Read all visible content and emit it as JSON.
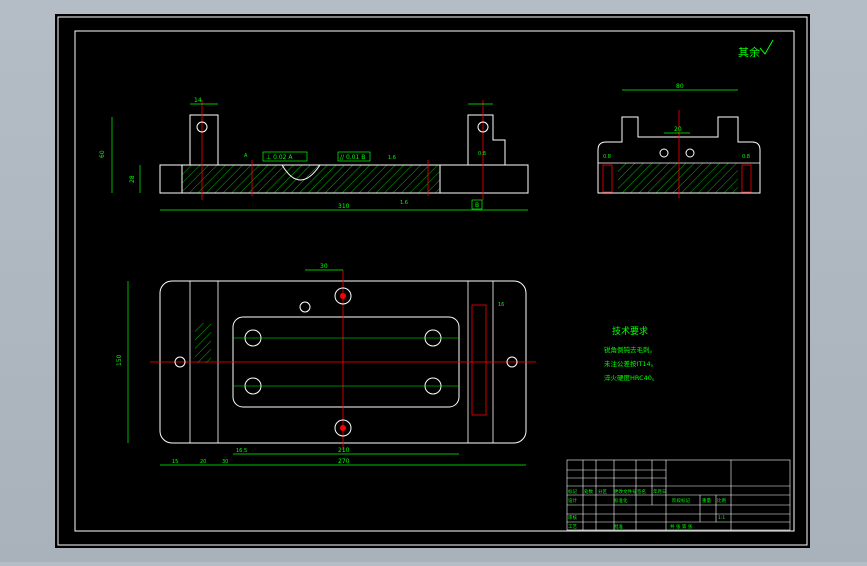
{
  "colors": {
    "background": "#000000",
    "frame": "#ffffff",
    "outline": "#ffffff",
    "dimension": "#00ff00",
    "centerline": "#ff0000",
    "section_hatch": "#00ff00",
    "text": "#00ff00",
    "pin": "#ff0000"
  },
  "drawing": {
    "roughness_note": "其余",
    "front_view": {
      "dim_overall_length": "310",
      "dim_height": "60",
      "dim_base_height": "28",
      "dim_top_width": "14",
      "gdt_flatness": "⊥ 0.02 A",
      "gdt_parallel": "// 0.01 B",
      "datum_a": "A",
      "datum_b": "B",
      "roughness_values": [
        "1.6",
        "1.6",
        "0.8"
      ]
    },
    "side_view": {
      "dim_top_width": "80",
      "dim_hole_spacing": "20",
      "dim_left": "0.8",
      "dim_right": "0.8"
    },
    "top_view": {
      "dim_top_offset": "30",
      "dim_height": "150",
      "dim_bottom_total": "270",
      "dim_bottom_inner": "210",
      "dim_left_a": "15",
      "dim_left_b": "20",
      "dim_left_c": "30",
      "dim_left_d": "16.5",
      "dim_right": "16"
    },
    "technical_requirements": {
      "heading": "技术要求",
      "items": [
        "锐角倒钝去毛刺。",
        "未注公差按IT14。",
        "淬火硬度HRC40。"
      ]
    },
    "title_block": {
      "cells": [
        "标记",
        "处数",
        "分区",
        "更改文件号",
        "签名",
        "年月日",
        "设计",
        "标准化",
        "阶段标记",
        "重量",
        "比例",
        "审核",
        "工艺",
        "批准",
        "共  张  第  张",
        "1:1"
      ]
    }
  }
}
